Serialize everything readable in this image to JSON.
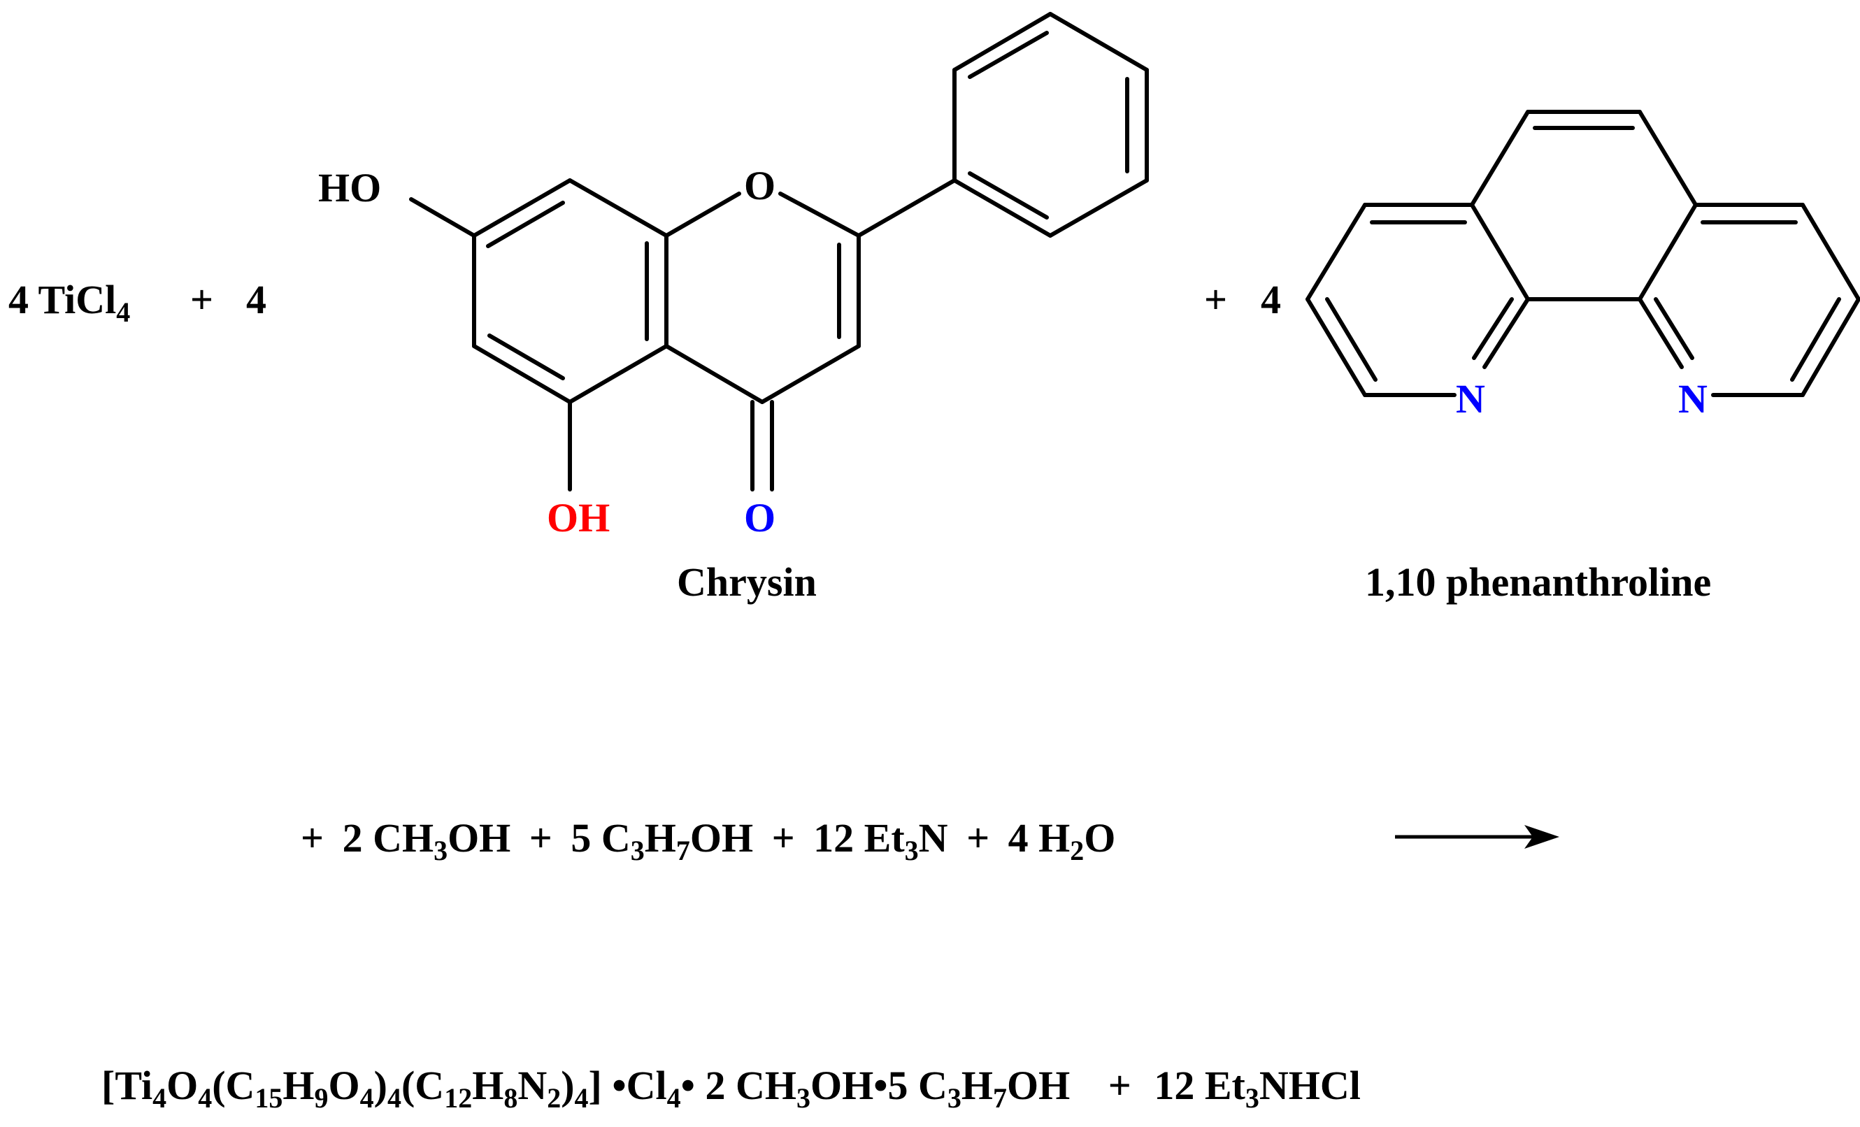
{
  "reaction": {
    "reactant_line": {
      "ticl4_coef": "4 TiCl",
      "ticl4_sub": "4",
      "plus_1": "+",
      "chrysin_coef": "4",
      "plus_2": "+",
      "phen_coef": "4"
    },
    "chrysin": {
      "name": "Chrysin",
      "ho_label": "HO",
      "ring_o": "O",
      "oh_label": "OH",
      "carbonyl_o": "O"
    },
    "phenanthroline": {
      "name": "1,10 phenanthroline",
      "n1": "N",
      "n2": "N"
    },
    "reagent_line": {
      "plus_a": "+",
      "methanol_coef": "2 CH",
      "methanol_sub": "3",
      "methanol_rest": "OH",
      "plus_b": "+",
      "propanol_coef": "5 C",
      "propanol_sub1": "3",
      "propanol_h": "H",
      "propanol_sub2": "7",
      "propanol_rest": "OH",
      "plus_c": "+",
      "et3n_coef": "12 Et",
      "et3n_sub": "3",
      "et3n_rest": "N",
      "plus_d": "+",
      "water_coef": "4 H",
      "water_sub": "2",
      "water_rest": "O"
    },
    "product_line": {
      "p1": "[Ti",
      "s1": "4",
      "p2": "O",
      "s2": "4",
      "p3": "(C",
      "s3": "15",
      "p4": "H",
      "s4": "9",
      "p5": "O",
      "s5": "4",
      "p6": ")",
      "s6": "4",
      "p7": "(C",
      "s7": "12",
      "p8": "H",
      "s8": "8",
      "p9": "N",
      "s9": "2",
      "p10": ")",
      "s10": "4",
      "p11": "] •Cl",
      "s11": "4",
      "p12": "• 2 CH",
      "s12": "3",
      "p13": "OH•5 C",
      "s13": "3",
      "p14": "H",
      "s14": "7",
      "p15": "OH",
      "plus": "+",
      "byproduct": "12 Et",
      "byproduct_sub": "3",
      "byproduct_rest": "NHCl"
    }
  },
  "colors": {
    "hydroxyl_red": "#ff0000",
    "heteroatom_blue": "#0000ff",
    "ink": "#000000"
  }
}
